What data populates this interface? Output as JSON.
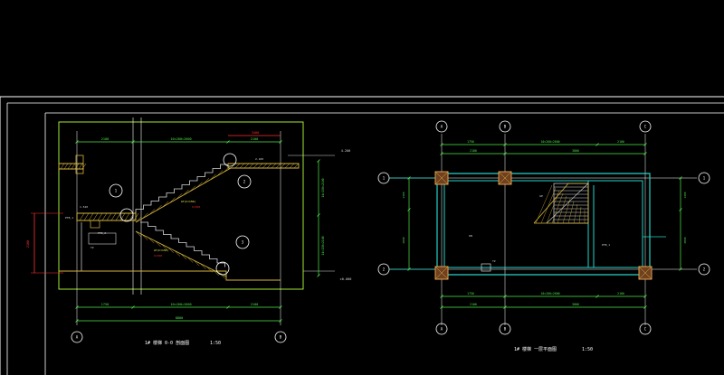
{
  "colors": {
    "bg": "#000000",
    "frame": "#ffffff",
    "border": "#b4ff3a",
    "wall": "#25d3c8",
    "stair": "#d8d8d8",
    "hatch": "#d6b43c",
    "dim": "#4fe84a",
    "red": "#ff3030",
    "yellow": "#ffff50",
    "column": "#e0a050",
    "grid": "#ffffff"
  },
  "section": {
    "dims_top": [
      "2100",
      "10×260=2600",
      "2100"
    ],
    "red_dim": "3400",
    "grid_bubbles": [
      "1",
      "2",
      "3"
    ],
    "elev_marks": [
      "4.200",
      "2.100",
      "±0.000"
    ],
    "labels": [
      "PTB_1",
      "PTB_2",
      "TZ",
      "TZ2",
      "1.540",
      "2.100"
    ],
    "notes": [
      "AT(h=150)",
      "AT(h=150)"
    ],
    "red_notes": [
      "h=150",
      "h=150"
    ],
    "right_dims": [
      "14×150=2100",
      "14×150=2100"
    ],
    "left_dim": "2100",
    "dims_bottom": [
      "1750",
      "10×260=2600",
      "2100"
    ],
    "dim_total": "8800",
    "axis_left": "A",
    "axis_right": "B",
    "title": "1# 楼梯  0-0 剖面图",
    "scale": "1:50"
  },
  "plan": {
    "top_axes": [
      "A",
      "B",
      "C"
    ],
    "dims_top_row1": [
      "1750",
      "10×260=2600",
      "2100"
    ],
    "dims_top_row2": [
      "2100",
      "3800"
    ],
    "side_axes": [
      "1",
      "2"
    ],
    "left_dims": [
      "1300",
      "2800"
    ],
    "right_dims": [
      "1300",
      "2800"
    ],
    "labels": [
      "UP",
      "DN",
      "PTB_1",
      "TZ"
    ],
    "dims_bottom_row1": [
      "1750",
      "10×260=2600",
      "2100"
    ],
    "dims_bottom_row2": [
      "2100",
      "3800"
    ],
    "bottom_axes": [
      "A",
      "B",
      "C"
    ],
    "title": "1# 楼梯  一层平面图",
    "scale": "1:50"
  }
}
